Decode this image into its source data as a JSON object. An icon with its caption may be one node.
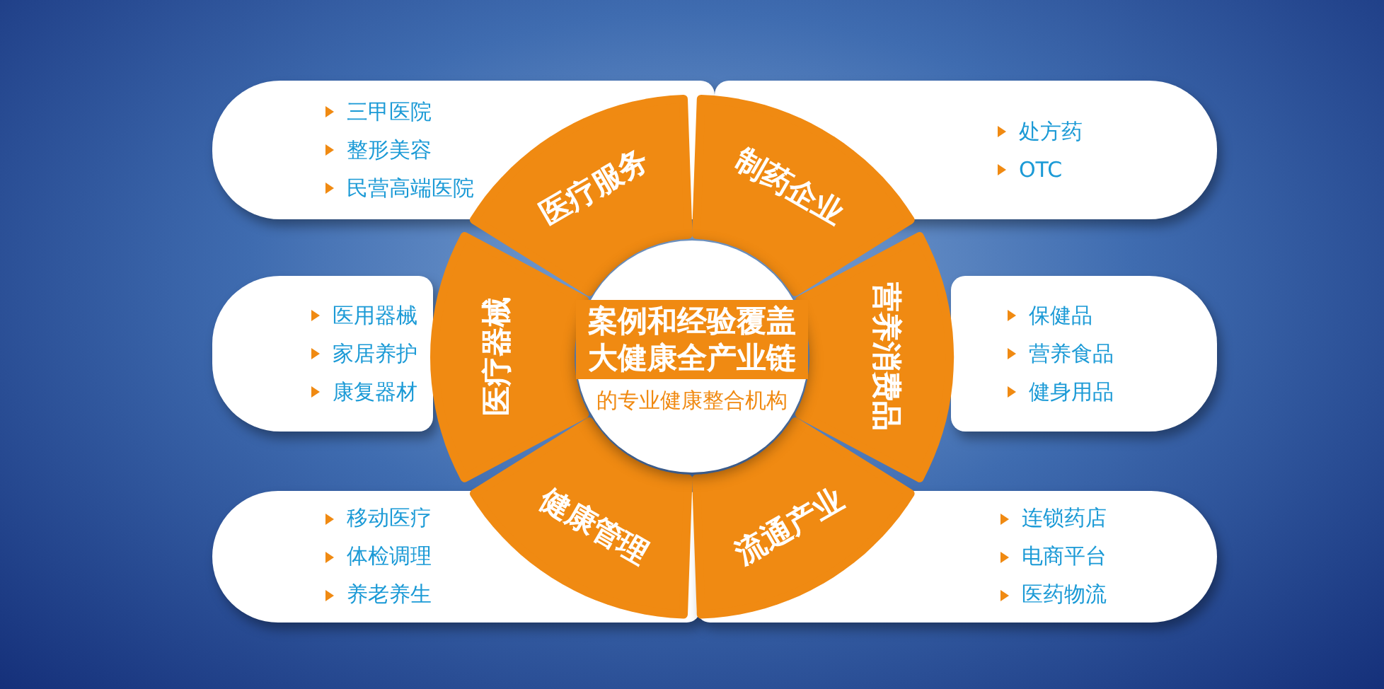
{
  "diagram": {
    "nodes": [
      {
        "text": [
          "案例和经验覆盖大健康全产业链",
          "的专业健康整合机构"
        ]
      },
      {
        "text": [
          "医疗服务"
        ]
      },
      {
        "text": [
          "制药企业"
        ]
      },
      {
        "text": [
          "营养消费品"
        ]
      },
      {
        "text": [
          "流通产业"
        ]
      },
      {
        "text": [
          "健康管理"
        ]
      },
      {
        "text": [
          "医疗器械"
        ]
      },
      {
        "text": [
          "三甲医院",
          "整形美容",
          "民营高端医院"
        ]
      },
      {
        "text": [
          "处方药",
          "OTC"
        ]
      },
      {
        "text": [
          "医用器械",
          "家居养护",
          "康复器材"
        ]
      },
      {
        "text": [
          "保健品",
          "营养食品",
          "健身用品"
        ]
      },
      {
        "text": [
          "移动医疗",
          "体检调理",
          "养老养生"
        ]
      },
      {
        "text": [
          "连锁药店",
          "电商平台",
          "医药物流"
        ]
      }
    ]
  }
}
